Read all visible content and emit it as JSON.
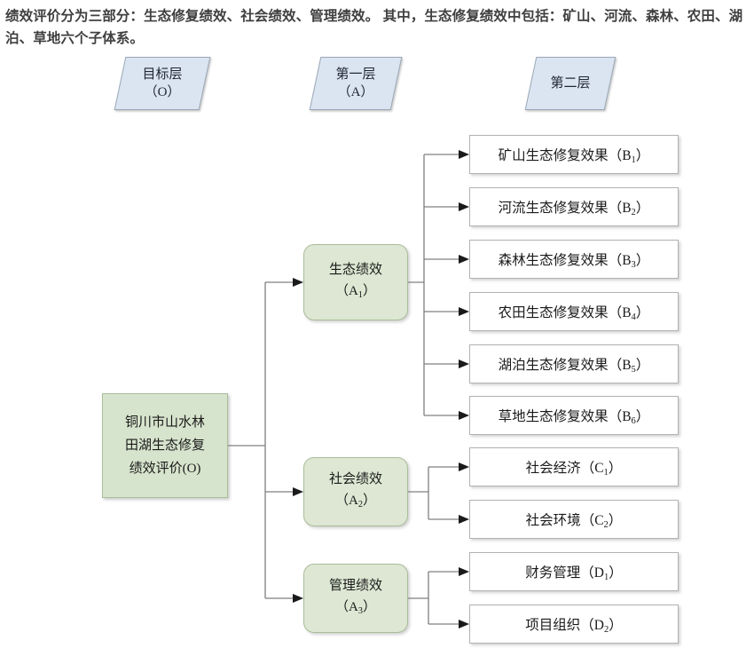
{
  "caption": "绩效评价分为三部分：生态修复绩效、社会绩效、管理绩效。 其中，生态修复绩效中包括：矿山、河流、森林、农田、湖泊、草地六个子体系。",
  "layer_headers": [
    {
      "line1": "目标层",
      "line2": "（O）"
    },
    {
      "line1": "第一层",
      "line2": "（A）"
    },
    {
      "line1": "第二层",
      "line2": ""
    }
  ],
  "root": {
    "line1": "铜川市山水林",
    "line2": "田湖生态修复",
    "line3": "绩效评价(O)"
  },
  "criteria": [
    {
      "name": "生态绩效",
      "code_prefix": "（A",
      "code_sub": "1",
      "code_suffix": "）"
    },
    {
      "name": "社会绩效",
      "code_prefix": "（A",
      "code_sub": "2",
      "code_suffix": "）"
    },
    {
      "name": "管理绩效",
      "code_prefix": "（A",
      "code_sub": "3",
      "code_suffix": "）"
    }
  ],
  "indicators": [
    {
      "name": "矿山生态修复效果",
      "code_prefix": "（B",
      "code_sub": "1",
      "code_suffix": "）"
    },
    {
      "name": "河流生态修复效果",
      "code_prefix": "（B",
      "code_sub": "2",
      "code_suffix": "）"
    },
    {
      "name": "森林生态修复效果",
      "code_prefix": "（B",
      "code_sub": "3",
      "code_suffix": "）"
    },
    {
      "name": "农田生态修复效果",
      "code_prefix": "（B",
      "code_sub": "4",
      "code_suffix": "）"
    },
    {
      "name": "湖泊生态修复效果",
      "code_prefix": "（B",
      "code_sub": "5",
      "code_suffix": "）"
    },
    {
      "name": "草地生态修复效果",
      "code_prefix": "（B",
      "code_sub": "6",
      "code_suffix": "）"
    },
    {
      "name": "社会经济",
      "code_prefix": "（C",
      "code_sub": "1",
      "code_suffix": "）"
    },
    {
      "name": "社会环境",
      "code_prefix": "（C",
      "code_sub": "2",
      "code_suffix": "）"
    },
    {
      "name": "财务管理",
      "code_prefix": "（D",
      "code_sub": "1",
      "code_suffix": "）"
    },
    {
      "name": "项目组织",
      "code_prefix": "（D",
      "code_sub": "2",
      "code_suffix": "）"
    }
  ],
  "colors": {
    "header_fill": "#dbe5f1",
    "header_border": "#9aa7b6",
    "node_fill": "#d7e4cd",
    "node_border": "#a9bd9a",
    "indicator_fill": "#ffffff",
    "indicator_border": "#b2b2b2",
    "connector": "#808080",
    "caption_text": "#3f3f3f"
  }
}
